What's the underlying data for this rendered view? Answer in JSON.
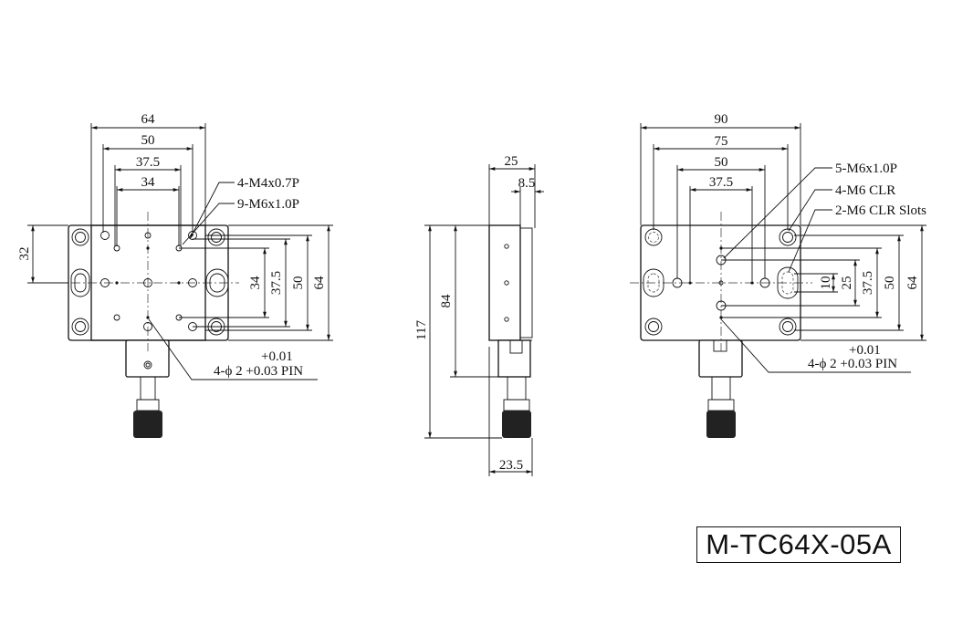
{
  "model_number": "M-TC64X-05A",
  "views": {
    "top_view": {
      "dims_horizontal": [
        "64",
        "50",
        "37.5",
        "34"
      ],
      "dims_vertical": [
        "32",
        "34",
        "37.5",
        "50",
        "64"
      ],
      "callout_m4": "4-M4x0.7P",
      "callout_m6": "9-M6x1.0P",
      "pin_tol": "+0.01",
      "pin_spec": "4-ϕ 2 +0.03 PIN"
    },
    "side_view": {
      "dims_top": [
        "25",
        "8.5"
      ],
      "dims_vertical": [
        "117",
        "84"
      ],
      "dim_bottom": "23.5"
    },
    "bottom_view": {
      "dims_horizontal": [
        "90",
        "75",
        "50",
        "37.5"
      ],
      "dims_vertical": [
        "10",
        "25",
        "37.5",
        "50",
        "64"
      ],
      "callout_m6_tap": "5-M6x1.0P",
      "callout_m6_clr": "4-M6 CLR",
      "callout_slots": "2-M6 CLR Slots",
      "pin_tol": "+0.01",
      "pin_spec": "4-ϕ 2 +0.03 PIN"
    }
  }
}
